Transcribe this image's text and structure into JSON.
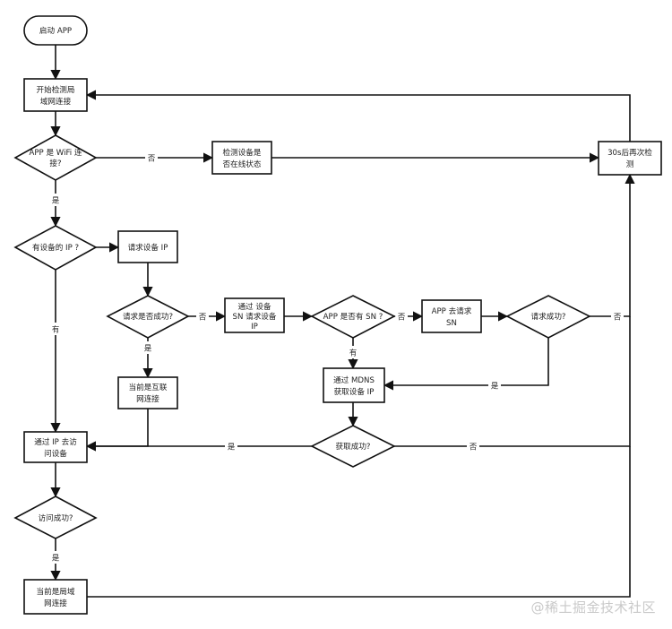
{
  "nodes": {
    "start": "启动 APP",
    "detect_lan": [
      "开始检测局",
      "域网连接"
    ],
    "is_wifi": [
      "APP 是 WiFi 连",
      "接?"
    ],
    "check_online": [
      "检测设备是",
      "否在线状态"
    ],
    "retry_30s": [
      "30s后再次检",
      "测"
    ],
    "has_ip": "有设备的 IP ?",
    "request_ip": "请求设备 IP",
    "request_ok": "请求是否成功?",
    "internet_conn": [
      "当前是互联",
      "网连接"
    ],
    "sn_request": [
      "通过 设备",
      "SN 请求设备",
      "IP"
    ],
    "has_sn": "APP 是否有 SN ?",
    "app_request_sn": [
      "APP 去请求",
      "SN"
    ],
    "request_ok2": "请求成功?",
    "mdns": [
      "通过 MDNS",
      "获取设备 IP"
    ],
    "get_ok": "获取成功?",
    "visit_ip": [
      "通过 IP 去访",
      "问设备"
    ],
    "visit_ok": "访问成功?",
    "lan_conn": [
      "当前是局域",
      "网连接"
    ]
  },
  "edge_labels": {
    "wifi_no": "否",
    "wifi_yes": "是",
    "has_ip_yes": "有",
    "request_ok_no": "否",
    "request_ok_yes": "是",
    "has_sn_no": "否",
    "has_sn_yes": "有",
    "request_ok2_no": "否",
    "request_ok2_yes": "是",
    "get_ok_yes": "是",
    "get_ok_no": "否",
    "visit_ok_yes": "是"
  },
  "watermark": "@稀土掘金技术社区"
}
